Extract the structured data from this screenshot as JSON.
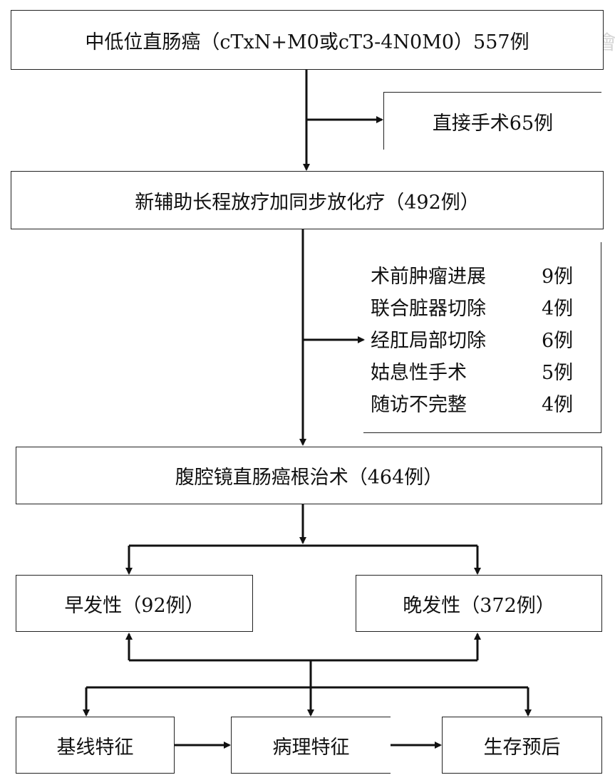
{
  "nodes": {
    "cohort": "中低位直肠癌（cTxN+M0或cT3-4N0M0）557例",
    "direct_surgery": "直接手术65例",
    "nct": "新辅助长程放疗加同步放化疗（492例）",
    "laparoscopic": "腹腔镜直肠癌根治术（464例）",
    "early_onset": "早发性（92例）",
    "late_onset": "晚发性（372例）",
    "baseline": "基线特征",
    "pathology": "病理特征",
    "prognosis": "生存预后"
  },
  "exclusions": [
    {
      "reason": "术前肿瘤进展",
      "count": "9例"
    },
    {
      "reason": "联合脏器切除",
      "count": "4例"
    },
    {
      "reason": "经肛局部切除",
      "count": "6例"
    },
    {
      "reason": "姑息性手术",
      "count": "5例"
    },
    {
      "reason": "随访不完整",
      "count": "4例"
    }
  ]
}
